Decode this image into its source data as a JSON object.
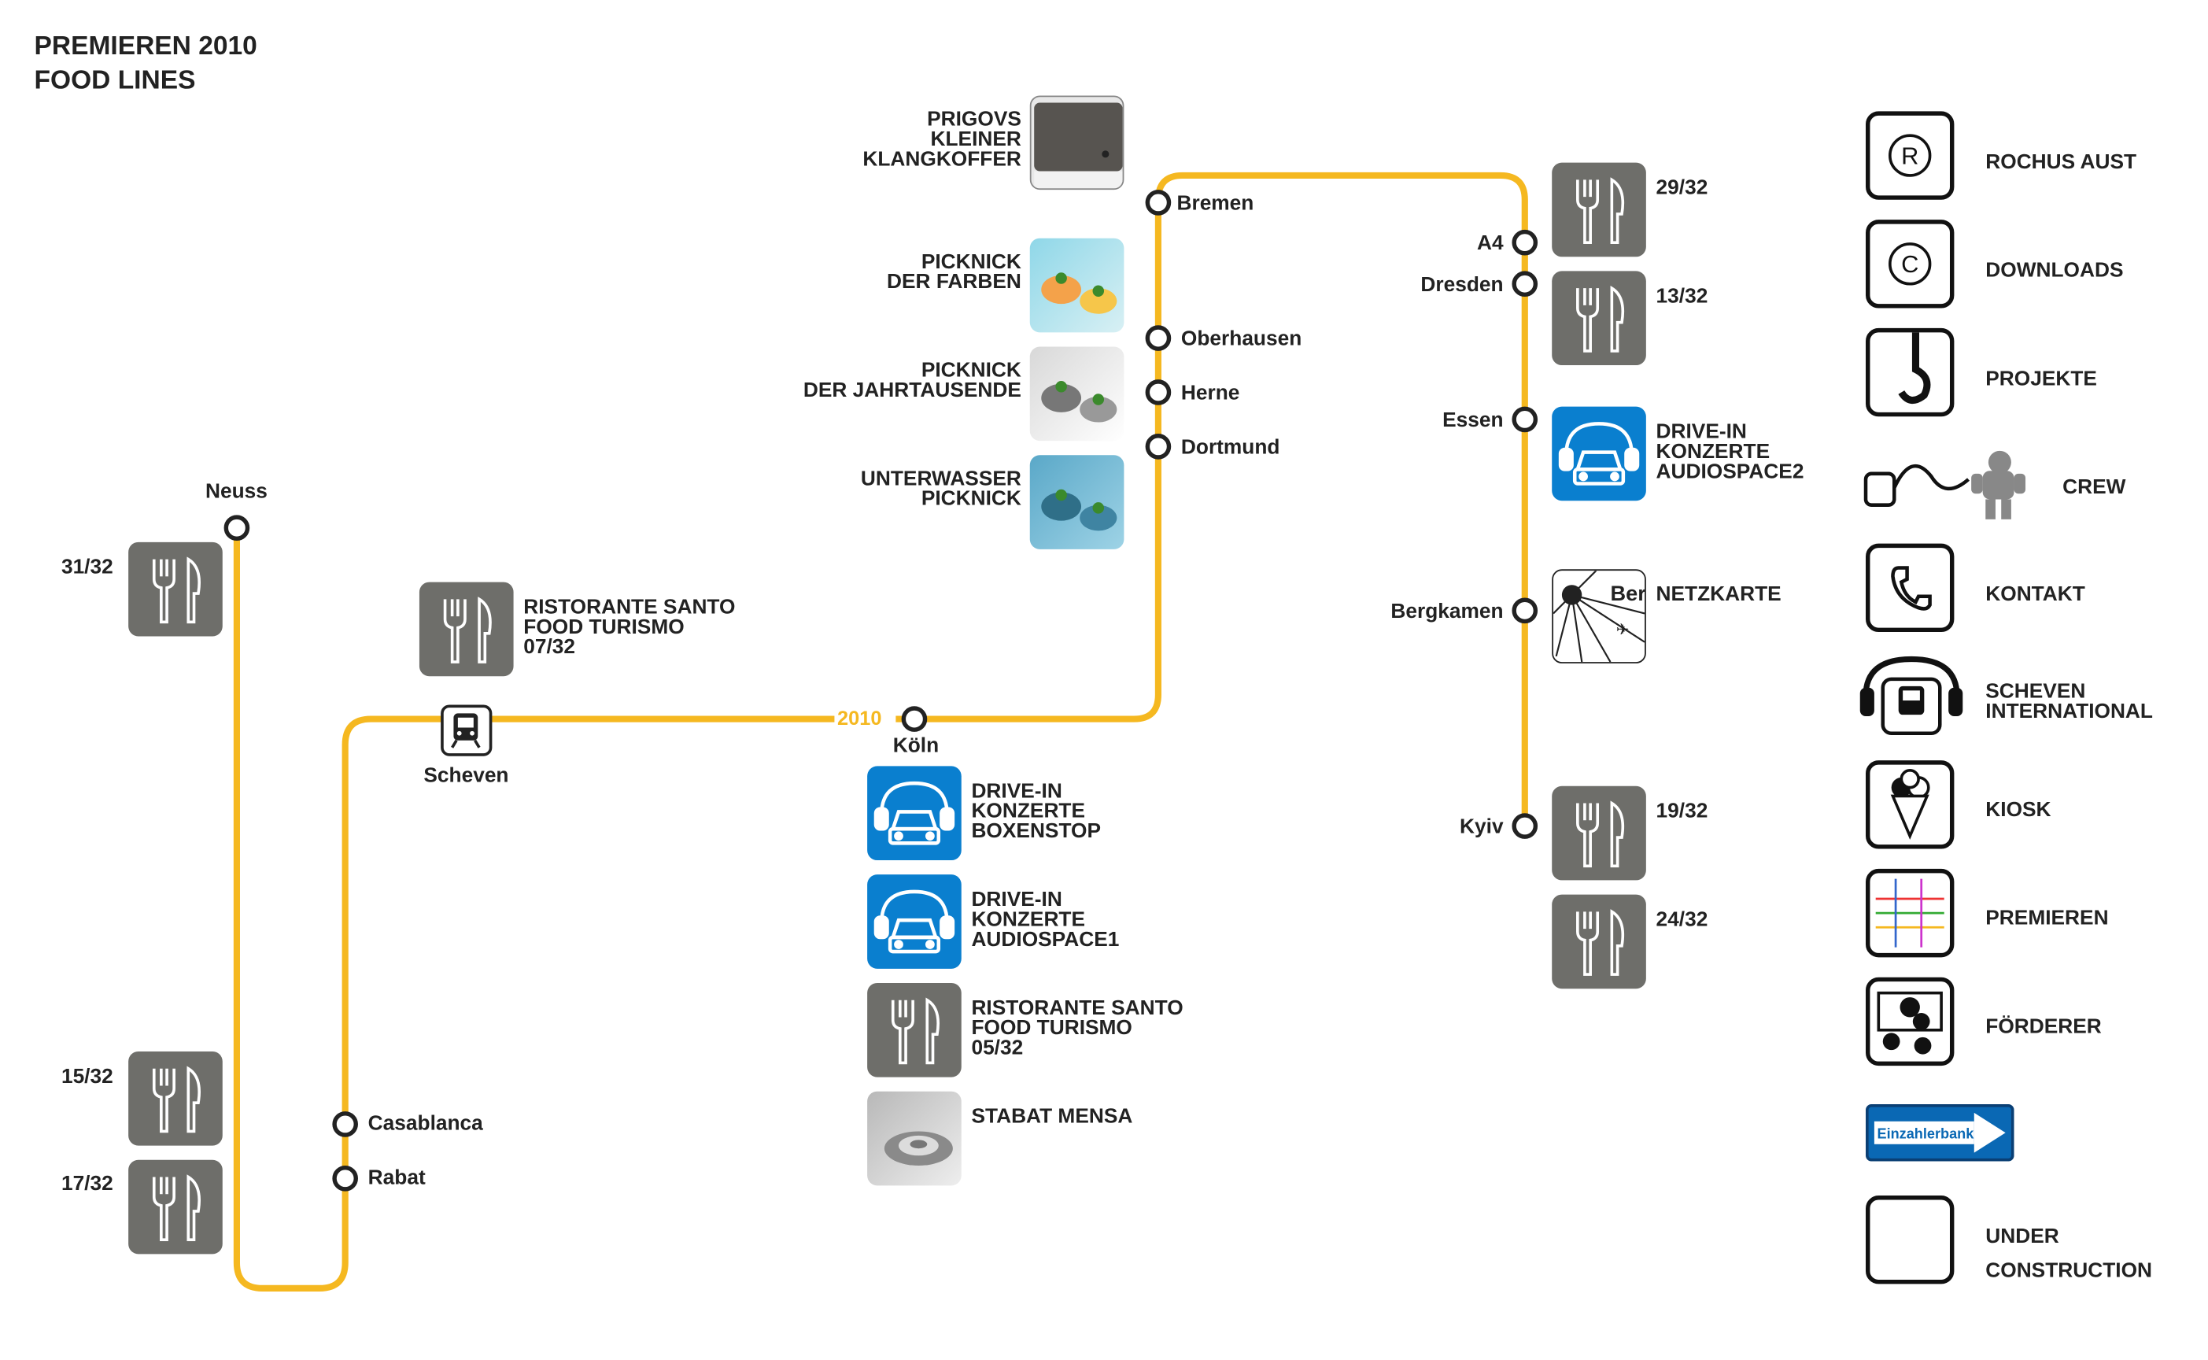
{
  "page": {
    "title_line1": "PREMIEREN 2010",
    "title_line2": "FOOD LINES",
    "year_label": "2010"
  },
  "colors": {
    "line": "#f5b820",
    "grey_tile": "#6e6e6a",
    "blue_tile": "#0a7fcf"
  },
  "stations": {
    "neuss": "Neuss",
    "scheven": "Scheven",
    "casablanca": "Casablanca",
    "rabat": "Rabat",
    "koeln": "Köln",
    "bremen": "Bremen",
    "oberhausen": "Oberhausen",
    "herne": "Herne",
    "dortmund": "Dortmund",
    "a4": "A4",
    "dresden": "Dresden",
    "essen": "Essen",
    "bergkamen": "Bergkamen",
    "kyiv": "Kyiv"
  },
  "left_column": {
    "tile_31": "31/32",
    "tile_15": "15/32",
    "tile_17": "17/32"
  },
  "ristorante_07": {
    "line1": "RISTORANTE SANTO",
    "line2": "FOOD TURISMO",
    "line3": "07/32"
  },
  "center_top": {
    "prigovs": [
      "PRIGOVS",
      "KLEINER",
      "KLANGKOFFER"
    ],
    "picknick_farben": [
      "PICKNICK",
      "DER FARBEN"
    ],
    "picknick_jahrtausende": [
      "PICKNICK",
      "DER JAHRTAUSENDE"
    ],
    "unterwasser": [
      "UNTERWASSER",
      "PICKNICK"
    ]
  },
  "center_bottom": {
    "boxenstop": [
      "DRIVE-IN",
      "KONZERTE",
      "BOXENSTOP"
    ],
    "audiospace1": [
      "DRIVE-IN",
      "KONZERTE",
      "AUDIOSPACE1"
    ],
    "ristorante_05": [
      "RISTORANTE SANTO",
      "FOOD TURISMO",
      "05/32"
    ],
    "stabat": "STABAT MENSA"
  },
  "right_column": {
    "tile_29": "29/32",
    "tile_13": "13/32",
    "audiospace2": [
      "DRIVE-IN",
      "KONZERTE",
      "AUDIOSPACE2"
    ],
    "netzkarte": "NETZKARTE",
    "netzkarte_map_text": "Ber",
    "tile_19": "19/32",
    "tile_24": "24/32"
  },
  "nav": {
    "rochus_aust": "ROCHUS AUST",
    "downloads": "DOWNLOADS",
    "projekte": "PROJEKTE",
    "crew": "CREW",
    "kontakt": "KONTAKT",
    "scheven_international": [
      "SCHEVEN",
      "INTERNATIONAL"
    ],
    "kiosk": "KIOSK",
    "premieren": "PREMIEREN",
    "foerderer": "FÖRDERER",
    "einzahlerbank": "Einzahlerbank",
    "under_construction": [
      "UNDER",
      "CONSTRUCTION"
    ],
    "rochus_symbol": "R",
    "downloads_symbol": "C"
  }
}
